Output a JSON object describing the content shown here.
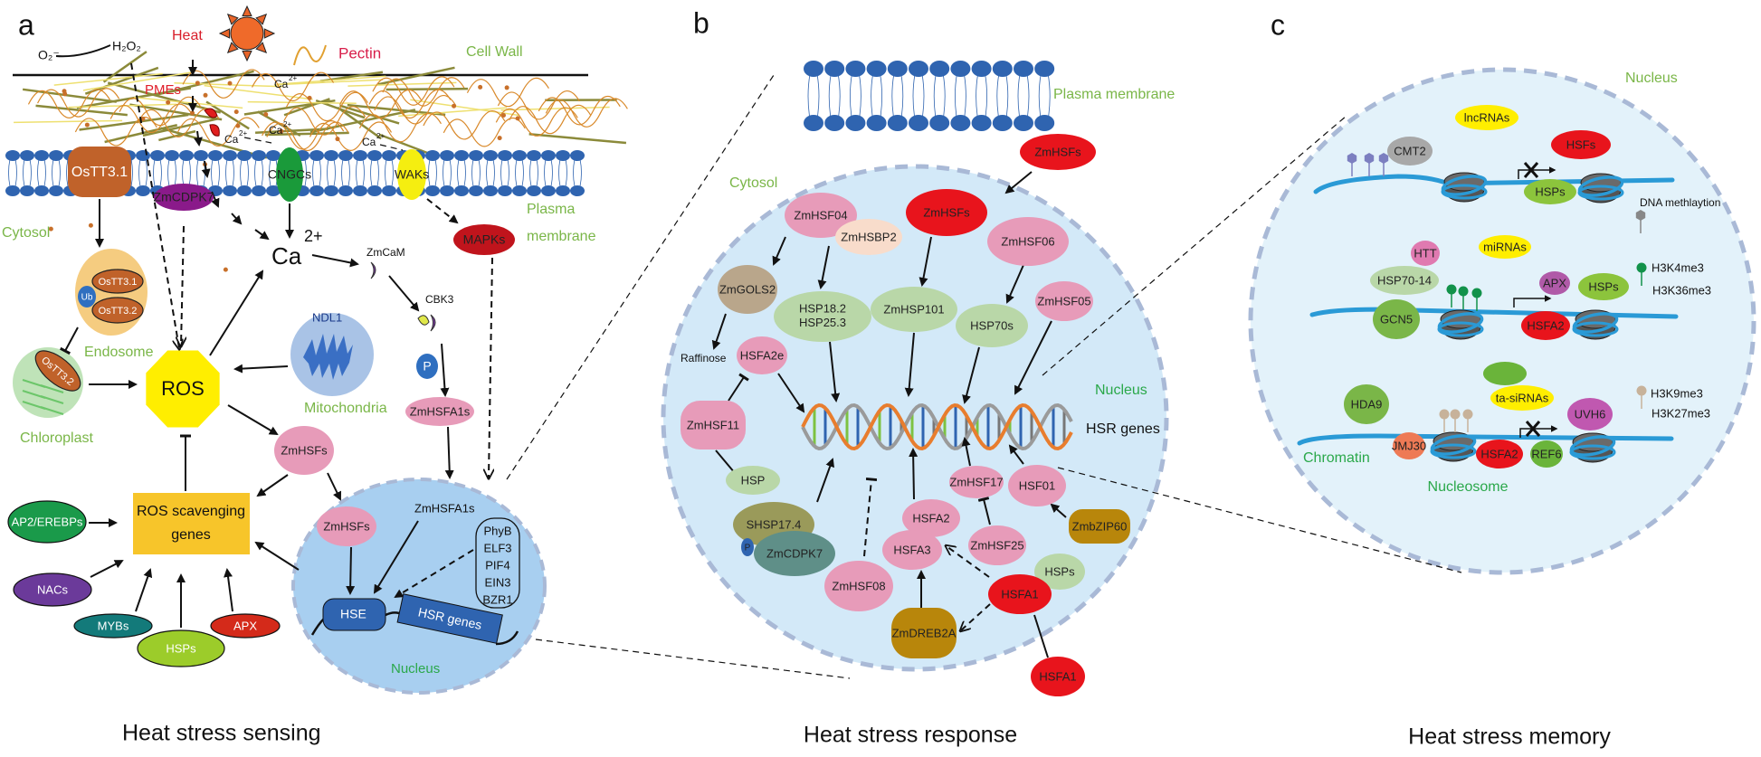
{
  "colors": {
    "hsf_pink": "#e79bb9",
    "hsf_red": "#e8141c",
    "hsp_green": "#b9d7a8",
    "nucleus_fill_a": "#a8cff0",
    "nucleus_fill_b": "#d3e9f8",
    "nucleus_fill_c": "#e3f2fa",
    "nucleus_border": "#a9b9d6",
    "compartment_label_green": "#7ab648",
    "heat_red": "#d81e2a",
    "membrane_blue": "#2f64b0",
    "ros_yellow": "#ffee00",
    "scavenging_orange": "#f7c52a"
  },
  "panels": {
    "a": {
      "letter": "a",
      "title": "Heat stress sensing",
      "labels": {
        "o2": "O₂⁻",
        "h2o2": "H₂O₂",
        "heat": "Heat",
        "pectin": "Pectin",
        "cell_wall": "Cell Wall",
        "pmes": "PMEs",
        "ca_small": "Ca",
        "ca_small_charge": "2+",
        "plasma": "Plasma",
        "membrane": "membrane",
        "cytosol": "Cytosol",
        "ca_big": "Ca",
        "ca_big_charge": "2+",
        "zmcam": "ZmCaM",
        "endosome": "Endosome",
        "chloroplast": "Chloroplast",
        "ndl1": "NDL1",
        "mitochondria": "Mitochondria",
        "cbk3": "CBK3",
        "nucleus": "Nucleus",
        "scavenging": [
          "ROS scavenging",
          "genes"
        ],
        "nuclear_factors": [
          "PhyB",
          "ELF3",
          "PIF4",
          "EIN3",
          "BZR1"
        ]
      },
      "nodes": {
        "ostt31": "OsTT3.1",
        "zmcdpk7": "ZmCDPK7",
        "cngcs": "CNGCs",
        "waks": "WAKs",
        "mapks": "MAPKs",
        "endo_ostt31": "OsTT3.1",
        "ub": "Ub",
        "endo_ostt32": "OsTT3.2",
        "chloro_ostt32": "OsTT3.2",
        "ros": "ROS",
        "p": "P",
        "zmhsfa1s": "ZmHSFA1s",
        "zmhsfs": "ZmHSFs",
        "ap2": "AP2/EREBPs",
        "nacs": "NACs",
        "mybs": "MYBs",
        "hsps": "HSPs",
        "apx": "APX",
        "nuc_zmhsfs": "ZmHSFs",
        "nuc_zmhsfa1s": "ZmHSFA1s",
        "hse": "HSE",
        "hsr_genes": "HSR genes"
      }
    },
    "b": {
      "letter": "b",
      "title": "Heat stress response",
      "labels": {
        "plasma_membrane": "Plasma membrane",
        "cytosol": "Cytosol",
        "nucleus": "Nucleus",
        "hsr_genes": "HSR genes",
        "raffinose": "Raffinose"
      },
      "nodes": {
        "zmhsfs_out": "ZmHSFs",
        "zmhsf04": "ZmHSF04",
        "zmhsbp2": "ZmHSBP2",
        "zmhsfs": "ZmHSFs",
        "zmhsf06": "ZmHSF06",
        "zmgols2": "ZmGOLS2",
        "hsp18_25": [
          "HSP18.2",
          "HSP25.3"
        ],
        "zmhsp101": "ZmHSP101",
        "hsp70s": "HSP70s",
        "zmhsf05": "ZmHSF05",
        "hsfa2e": "HSFA2e",
        "zmhsf11": "ZmHSF11",
        "hsp": "HSP",
        "shsp174": "SHSP17.4",
        "p": "P",
        "zmcdpk7": "ZmCDPK7",
        "zmhsf08": "ZmHSF08",
        "hsfa2": "HSFA2",
        "hsfa3": "HSFA3",
        "zmhsf17": "ZmHSF17",
        "hsf01": "HSF01",
        "zmhsf25": "ZmHSF25",
        "zmbzip60": "ZmbZIP60",
        "hsps": "HSPs",
        "hsfa1": "HSFA1",
        "zmdreb2a": "ZmDREB2A",
        "hsfa1_out": "HSFA1"
      }
    },
    "c": {
      "letter": "c",
      "title": "Heat stress memory",
      "labels": {
        "nucleus": "Nucleus",
        "dna_methylation": "DNA methlaytion",
        "h3k4me3": "H3K4me3",
        "h3k36me3": "H3K36me3",
        "h3k9me3": "H3K9me3",
        "h3k27me3": "H3K27me3",
        "chromatin": "Chromatin",
        "nucleosome": "Nucleosome"
      },
      "nodes": {
        "lncrnas": "lncRNAs",
        "cmt2": "CMT2",
        "hsfs": "HSFs",
        "hsps1": "HSPs",
        "mirnas": "miRNAs",
        "htt": "HTT",
        "hsp7014": "HSP70-14",
        "gcn5": "GCN5",
        "apx": "APX",
        "hsps2": "HSPs",
        "hsfa2": "HSFA2",
        "tasirnas": "ta-siRNAs",
        "uvh6": "UVH6",
        "hda9": "HDA9",
        "jmj30": "JMJ30",
        "hsfa2_row3": "HSFA2",
        "ref6": "REF6"
      }
    }
  }
}
